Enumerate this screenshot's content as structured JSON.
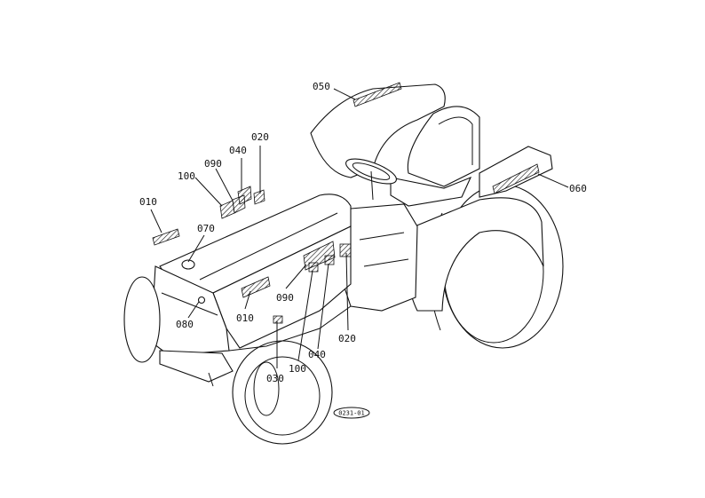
{
  "callouts": {
    "c050": "050",
    "c020_top": "020",
    "c040_top": "040",
    "c090_top": "090",
    "c100_top": "100",
    "c010_left": "010",
    "c070": "070",
    "c080": "080",
    "c010_mid": "010",
    "c090_mid": "090",
    "c020_bottom": "020",
    "c030": "030",
    "c100_bottom": "100",
    "c040_bottom": "040",
    "c060": "060"
  },
  "reference_code": "0231-01"
}
